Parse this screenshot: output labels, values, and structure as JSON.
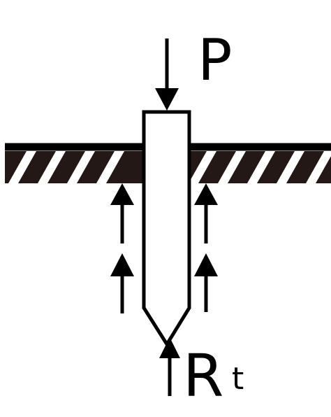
{
  "labels": {
    "load": "P",
    "tip_resistance_main": "R",
    "tip_resistance_sub": "t"
  },
  "colors": {
    "ink": "#000000",
    "ground": "#231815",
    "background": "#ffffff"
  }
}
